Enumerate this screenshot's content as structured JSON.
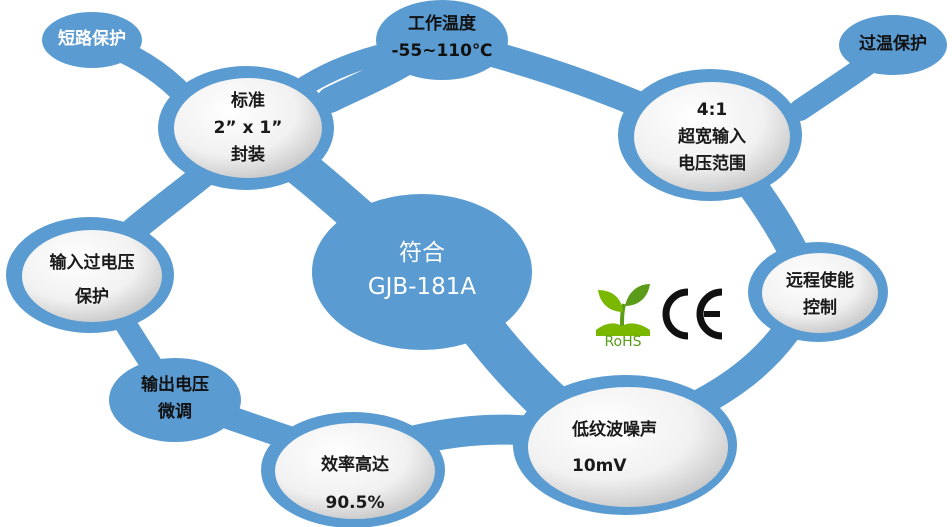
{
  "colors": {
    "network": "#5a9bd1",
    "bubble_light": "#f4f4f4",
    "bubble_shade": "#c9c9c9",
    "text_dark": "#1a1a1a",
    "text_light": "#ffffff",
    "rohs_green": "#7ab800",
    "rohs_leaf": "#5b9b1a"
  },
  "nodes": {
    "short_circuit": {
      "line1": "短路保护"
    },
    "operating_temp": {
      "line1": "工作温度",
      "line2": "-55~110℃"
    },
    "over_temp": {
      "line1": "过温保护"
    },
    "standard_package": {
      "line1": "标准",
      "line2": "2”  x 1”",
      "line3": "封装"
    },
    "wide_input": {
      "line1": "4:1",
      "line2": "超宽输入",
      "line3": "电压范围"
    },
    "input_overvoltage": {
      "line1": "输入过电压",
      "line2": "保护"
    },
    "compliance": {
      "line1": "符合",
      "line2": "GJB-181A"
    },
    "remote_control": {
      "line1": "远程使能",
      "line2": "控制"
    },
    "output_trim": {
      "line1": "输出电压",
      "line2": "微调"
    },
    "efficiency": {
      "line1": "效率高达",
      "line2": "90.5%"
    },
    "noise": {
      "line1": "低纹波噪声",
      "line2": "10mV"
    }
  },
  "certifications": {
    "rohs_text": "RoHS",
    "ce_mark": "CE",
    "rohs_icon": "plant-sprout-icon"
  }
}
